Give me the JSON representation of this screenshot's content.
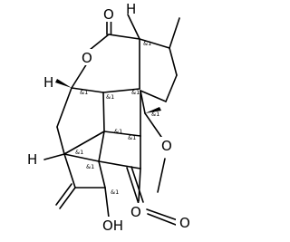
{
  "atom_labels": {
    "o_carbonyl_top": "O",
    "o_ring_left": "O",
    "o_ring_right": "O",
    "o_carbonyl_mid": "O",
    "o_aldehyde": "O",
    "h_top": "H",
    "h_ring": "H",
    "h_left": "H",
    "oh_group": "OH"
  },
  "stereo_labels": {
    "s1": "&1",
    "s2": "&1",
    "s3": "&1",
    "s4": "&1",
    "s5": "&1",
    "s6": "&1",
    "s7": "&1",
    "s8": "&1",
    "s9": "&1",
    "s10": "&1"
  }
}
